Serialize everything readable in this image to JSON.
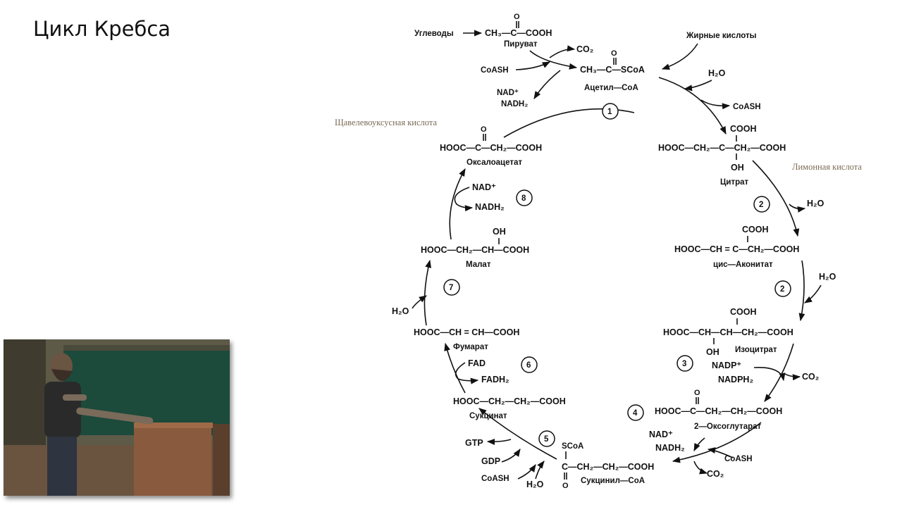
{
  "slide": {
    "title": "Цикл Кребса",
    "notes": {
      "oxaloacetic_acid": "Щавелевоуксусная кислота",
      "citric_acid": "Лимонная кислота"
    }
  },
  "diagram": {
    "formulas": {
      "pyruvate": "CH₃—C—COOH",
      "acetyl_coa": "CH₃—C—SCoA",
      "citrate_top": "COOH",
      "citrate": "HOOC—CH₂—C—CH₂—COOH",
      "citrate_oh": "OH",
      "aconitate_top": "COOH",
      "aconitate": "HOOC—CH = C—CH₂—COOH",
      "isocitrate_top": "COOH",
      "isocitrate": "HOOC—CH—CH—CH₂—COOH",
      "isocitrate_oh": "OH",
      "oxoglutarate": "HOOC—C—CH₂—CH₂—COOH",
      "succinyl_top": "SCoA",
      "succinyl": "C—CH₂—CH₂—COOH",
      "succinate": "HOOC—CH₂—CH₂—COOH",
      "fumarate": "HOOC—CH = CH—COOH",
      "malate_top": "OH",
      "malate": "HOOC—CH₂—CH—COOH",
      "oxaloacetate": "HOOC—C—CH₂—COOH",
      "oxo": "O"
    },
    "names": {
      "pyruvate": "Пируват",
      "acetyl_coa": "Ацетил—CoA",
      "citrate": "Цитрат",
      "aconitate": "цис—Аконитат",
      "isocitrate": "Изоцитрат",
      "oxoglutarate": "2—Оксоглутарат",
      "succinyl_coa": "Сукцинил—CoA",
      "succinate": "Сукцинат",
      "fumarate": "Фумарат",
      "malate": "Малат",
      "oxaloacetate": "Оксалоацетат"
    },
    "inputs": {
      "carbohydrates": "Углеводы",
      "fatty_acids": "Жирные кислоты"
    },
    "cofactors": {
      "co2_1": "CO₂",
      "coash_1": "CoASH",
      "nad_1": "NAD⁺",
      "nadh_1": "NADH₂",
      "h2o_1": "H₂O",
      "coash_2": "CoASH",
      "h2o_2": "H₂O",
      "h2o_3": "H₂O",
      "nadp": "NADP⁺",
      "nadph": "NADPH₂",
      "co2_2": "CO₂",
      "nad_4": "NAD⁺",
      "nadh_4": "NADH₂",
      "coash_4": "CoASH",
      "co2_4": "CO₂",
      "gtp": "GTP",
      "gdp": "GDP",
      "coash_5": "CoASH",
      "h2o_5": "H₂O",
      "fad": "FAD",
      "fadh": "FADH₂",
      "h2o_7": "H₂O",
      "nad_8": "NAD⁺",
      "nadh_8": "NADH₂"
    },
    "steps": [
      "1",
      "2",
      "2",
      "3",
      "4",
      "5",
      "6",
      "7",
      "8"
    ]
  },
  "video": {
    "description": "lecturer"
  }
}
